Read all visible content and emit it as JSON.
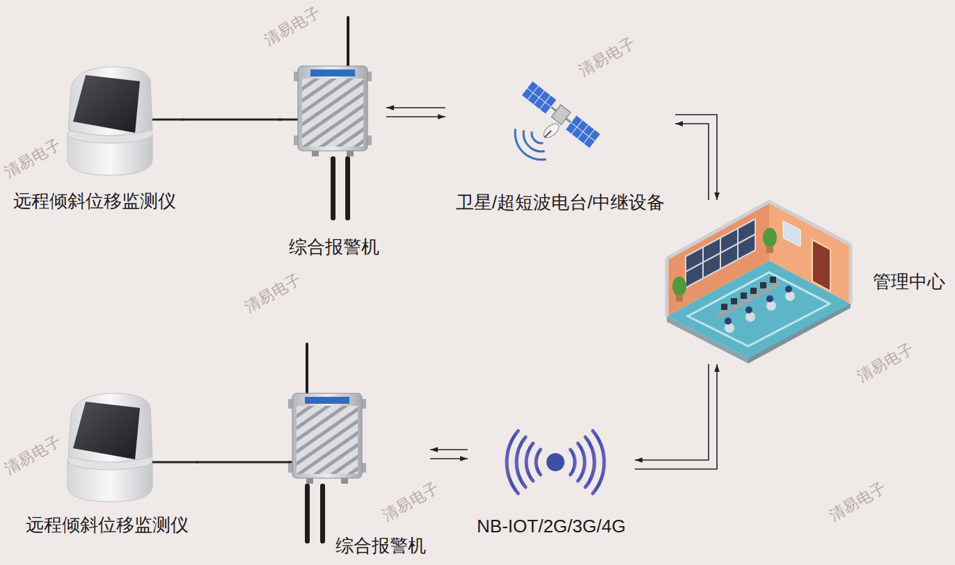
{
  "diagram": {
    "nodes": [
      {
        "text": [
          "远程倾斜位移监测仪"
        ]
      },
      {
        "text": [
          "综合报警机"
        ]
      },
      {
        "text": [
          "卫星/超短波电台/中继设备"
        ]
      },
      {
        "text": [
          "管理中心"
        ]
      },
      {
        "text": [
          "远程倾斜位移监测仪"
        ]
      },
      {
        "text": [
          "综合报警机"
        ]
      },
      {
        "text": [
          "NB-IOT/2G/3G/4G"
        ]
      }
    ],
    "edges": [
      {
        "from": 0,
        "to": 1,
        "arrow": "none"
      },
      {
        "from": 1,
        "to": 2,
        "arrow": "both"
      },
      {
        "from": 2,
        "to": 3,
        "arrow": "both"
      },
      {
        "from": 4,
        "to": 5,
        "arrow": "none"
      },
      {
        "from": 5,
        "to": 6,
        "arrow": "both"
      },
      {
        "from": 6,
        "to": 3,
        "arrow": "both"
      }
    ],
    "labels": [
      "清易电子",
      "清易电子",
      "清易电子",
      "清易电子",
      "清易电子",
      "清易电子",
      "清易电子",
      "清易电子"
    ]
  }
}
